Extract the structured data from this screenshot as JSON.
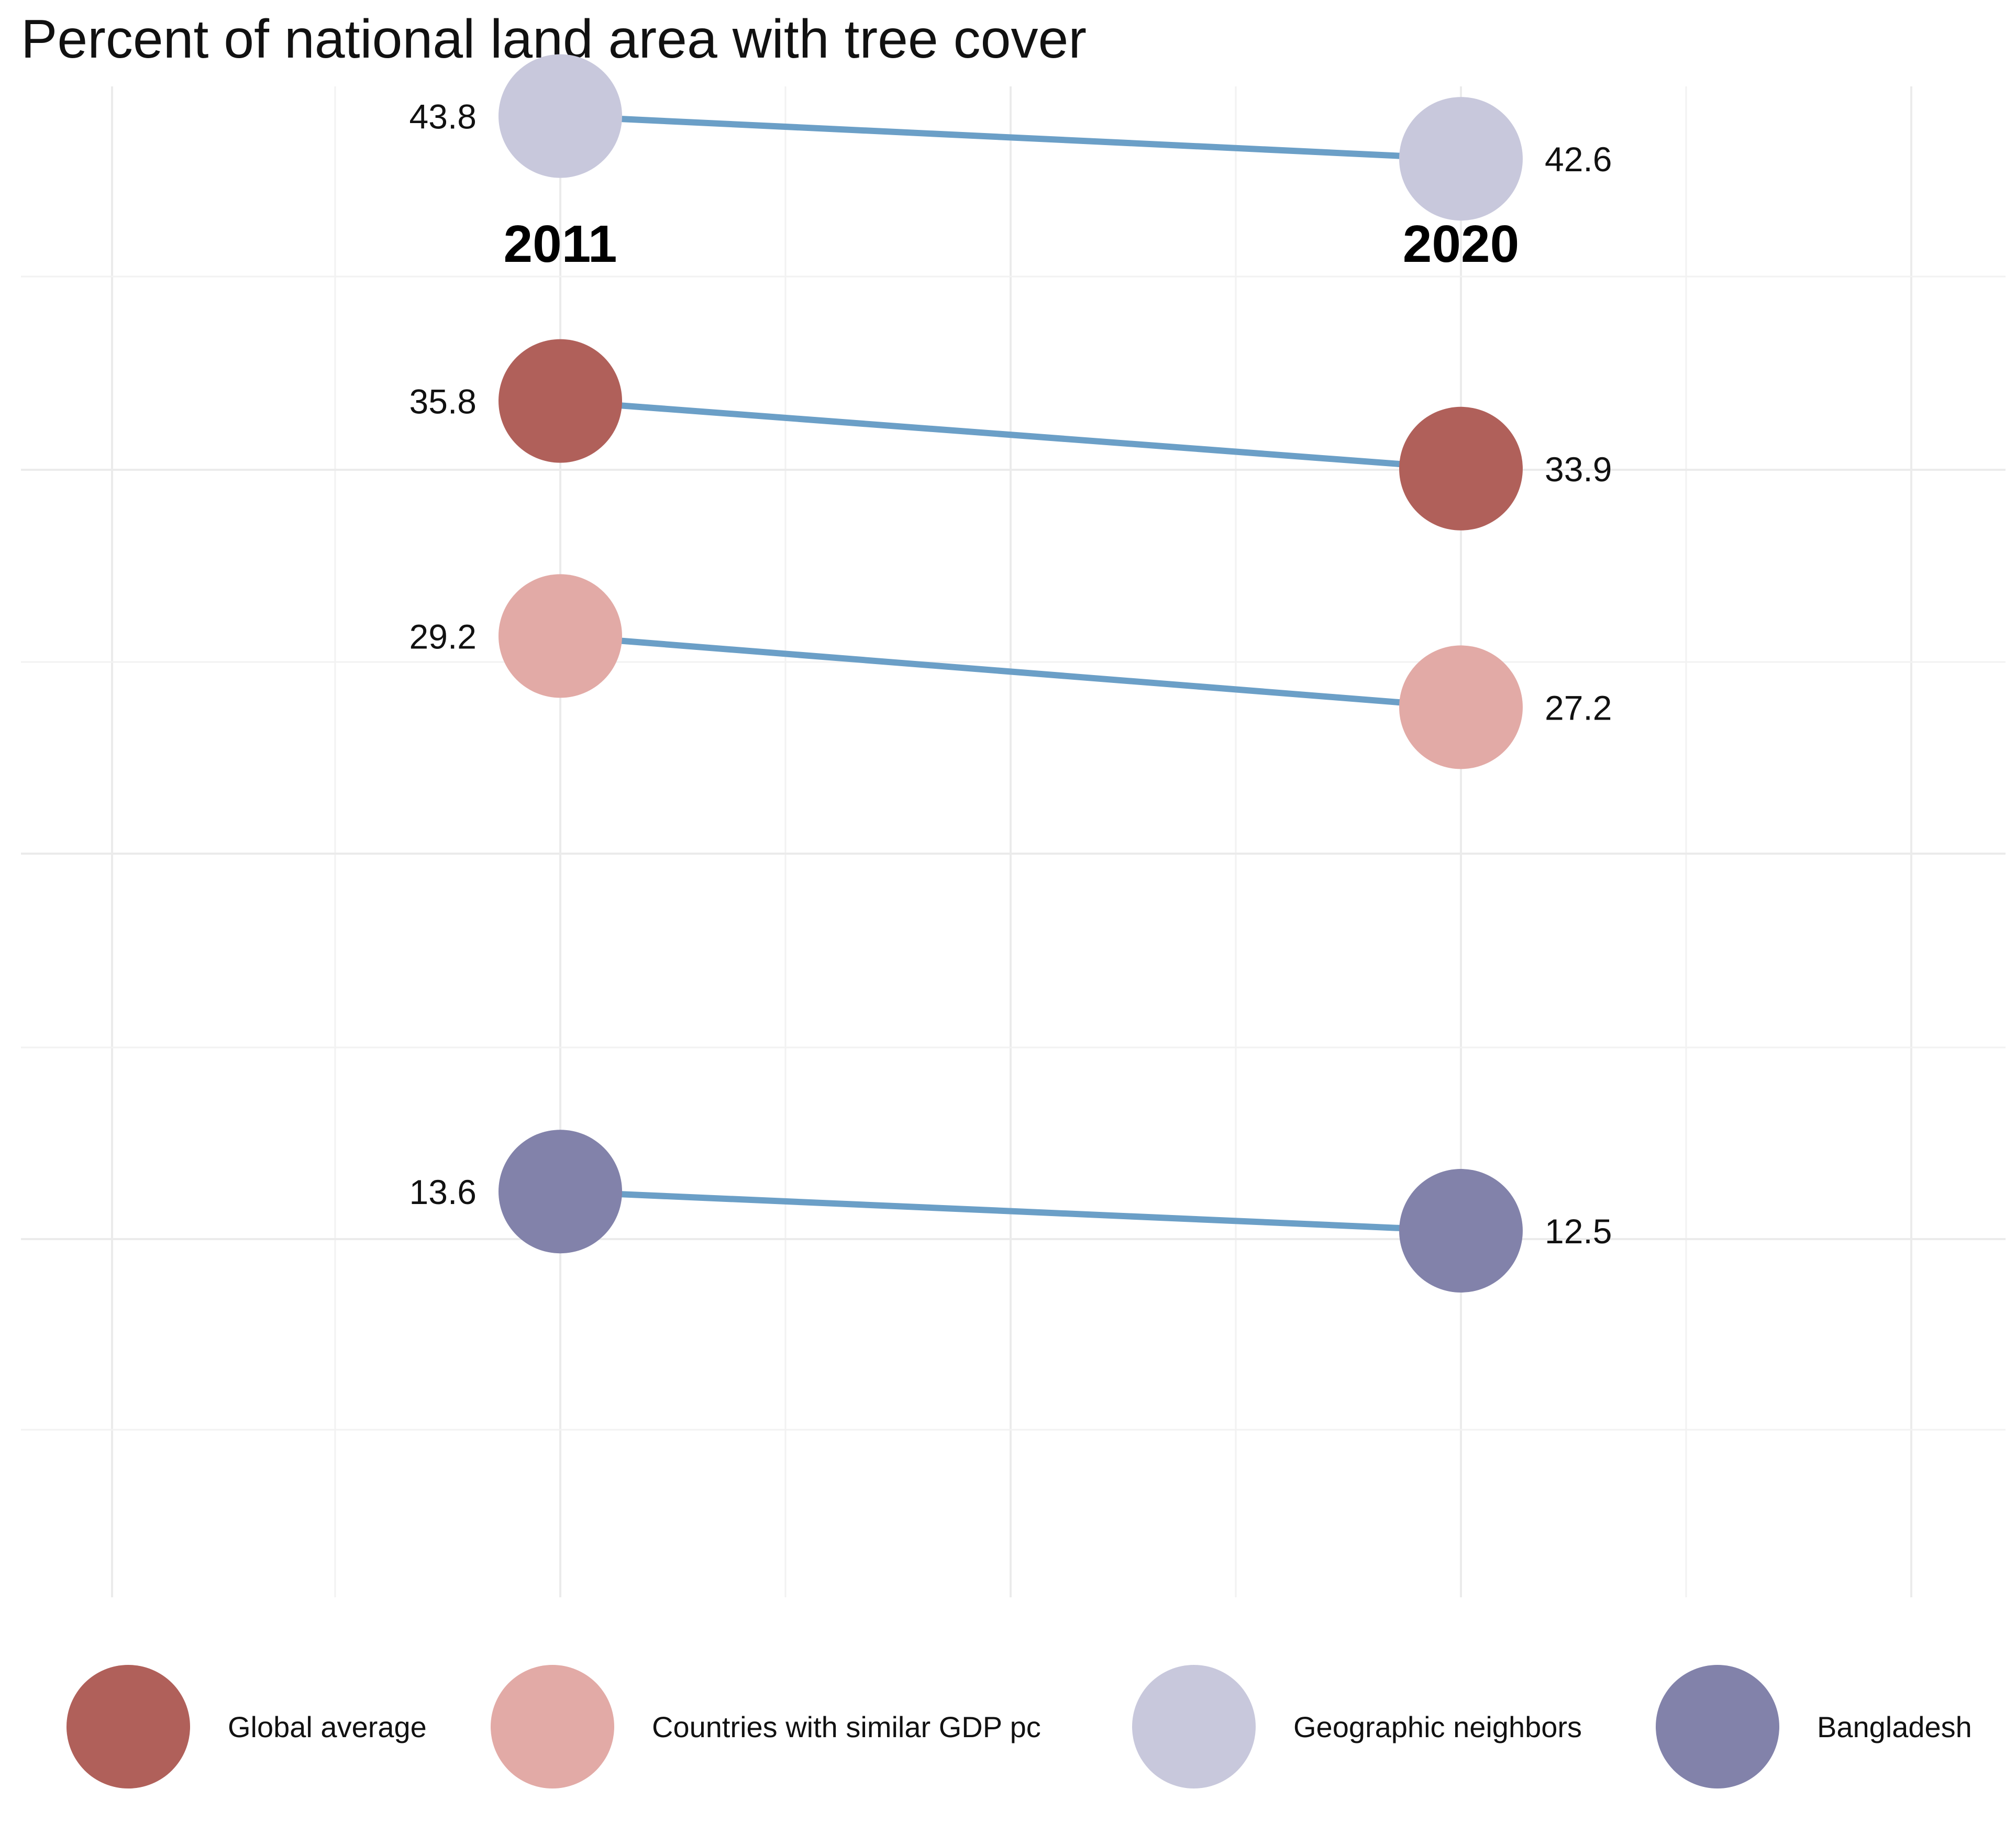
{
  "chart_data": {
    "type": "slope",
    "title": "Percent of national land area with tree cover",
    "x_categories": [
      "2011",
      "2020"
    ],
    "series": [
      {
        "name": "Geographic neighbors",
        "color": "#c8c8dc",
        "values": [
          43.8,
          42.6
        ],
        "labels": [
          "43.8",
          "42.6"
        ]
      },
      {
        "name": "Global average",
        "color": "#b0605a",
        "values": [
          35.8,
          33.9
        ],
        "labels": [
          "35.8",
          "33.9"
        ]
      },
      {
        "name": "Countries with similar GDP pc",
        "color": "#e2aaa6",
        "values": [
          29.2,
          27.2
        ],
        "labels": [
          "29.2",
          "27.2"
        ]
      },
      {
        "name": "Bangladesh",
        "color": "#8282aa",
        "values": [
          13.6,
          12.5
        ],
        "labels": [
          "13.6",
          "12.5"
        ]
      }
    ],
    "line_color": "#6b9fc7",
    "legend": {
      "position": "bottom",
      "items": [
        "Global average",
        "Countries with similar GDP pc",
        "Geographic neighbors",
        "Bangladesh"
      ]
    },
    "grid": true
  }
}
